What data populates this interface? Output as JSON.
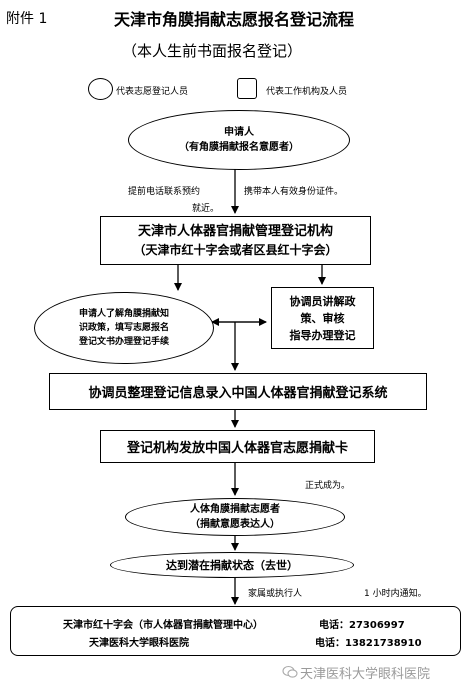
{
  "header": {
    "attachment": "附件 1",
    "title": "天津市角膜捐献志愿报名登记流程",
    "subtitle": "（本人生前书面报名登记）"
  },
  "legend": {
    "circle_label": "代表志愿登记人员",
    "square_label": "代表工作机构及人员"
  },
  "nodes": {
    "applicant_line1": "申请人",
    "applicant_line2": "（有角膜捐献报名意愿者）",
    "registry_line1": "天津市人体器官捐献管理登记机构",
    "registry_line2": "（天津市红十字会或者区县红十字会）",
    "applicant_learn_line1": "申请人了解角膜捐献知",
    "applicant_learn_line2": "识政策，填写志愿报名",
    "applicant_learn_line3": "登记文书办理登记手续",
    "coordinator_explain_line1": "协调员讲解政",
    "coordinator_explain_line2": "策、审核",
    "coordinator_explain_line3": "指导办理登记",
    "data_entry": "协调员整理登记信息录入中国人体器官捐献登记系统",
    "issue_card": "登记机构发放中国人体器官志愿捐献卡",
    "volunteer_line1": "人体角膜捐献志愿者",
    "volunteer_line2": "（捐献意愿表达人）",
    "donation_state": "达到潜在捐献状态（去世）"
  },
  "edge_labels": {
    "contact_line1": "提前电话联系预约",
    "contact_line2": "就近。",
    "bring_id": "携带本人有效身份证件。",
    "become": "正式成为。",
    "family_exec": "家属或执行人",
    "notify": "1 小时内通知。"
  },
  "contacts": {
    "org1": "天津市红十字会（市人体器官捐献管理中心）",
    "phone1": "电话：27306997",
    "org2": "天津医科大学眼科医院",
    "phone2": "电话：13821738910"
  },
  "watermark": {
    "text": "天津医科大学眼科医院"
  }
}
